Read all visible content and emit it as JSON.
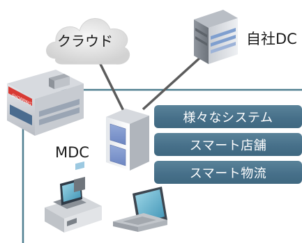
{
  "labels": {
    "cloud": "クラウド",
    "own_dc": "自社DC",
    "mdc": "MDC",
    "store_sign": "SHOPPING"
  },
  "systems": [
    "様々なシステム",
    "スマート店舗",
    "スマート物流"
  ],
  "colors": {
    "frame_line": "#4f7f90",
    "pill_fill": "#4a7590",
    "link_line": "#5a5a5a",
    "cloud": "#e6e6e6"
  },
  "icons": {
    "cloud": "cloud-icon",
    "own_dc": "server-tower-icon",
    "store": "shopping-store-icon",
    "mdc": "micro-datacenter-rack-icon",
    "pos": "pos-register-icon",
    "laptop": "laptop-icon"
  }
}
